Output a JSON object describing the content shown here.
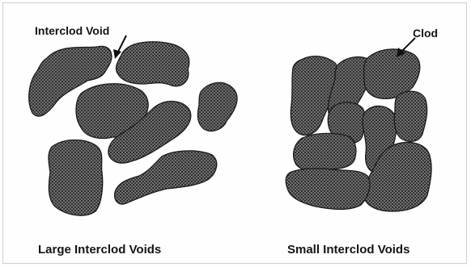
{
  "labels": {
    "interclod_void": "Interclod Void",
    "clod": "Clod",
    "left_caption": "Large Interclod Voids",
    "right_caption": "Small Interclod Voids"
  },
  "colors": {
    "clod_fill": "#6e6e6e",
    "clod_dots": "#2f2f2f",
    "outline": "#1b1b1b",
    "text": "#141414"
  }
}
